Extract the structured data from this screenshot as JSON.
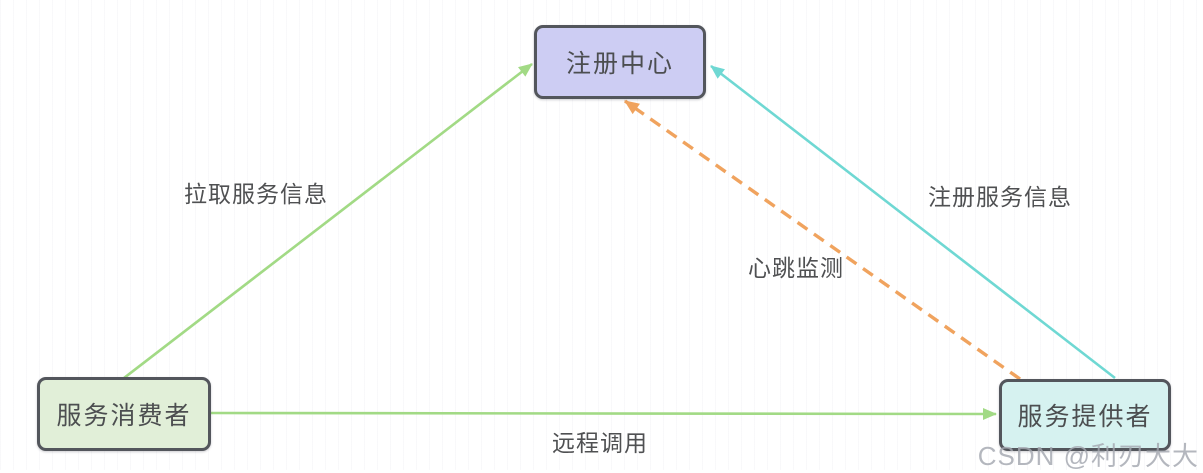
{
  "diagram": {
    "title": "service-registry-architecture",
    "nodes": {
      "registry": {
        "label": "注册中心",
        "fill": "#cdcdf3",
        "border": "#53565c"
      },
      "consumer": {
        "label": "服务消费者",
        "fill": "#e1efd8",
        "border": "#53565c"
      },
      "provider": {
        "label": "服务提供者",
        "fill": "#d6f2f0",
        "border": "#53565c"
      }
    },
    "edges": [
      {
        "id": "pull-service-info",
        "label": "拉取服务信息",
        "from": "consumer",
        "to": "registry",
        "color": "#a2da85",
        "line_style": "solid"
      },
      {
        "id": "register-service-info",
        "label": "注册服务信息",
        "from": "provider",
        "to": "registry",
        "color": "#6fd8d3",
        "line_style": "solid"
      },
      {
        "id": "heartbeat-monitor",
        "label": "心跳监测",
        "from": "provider",
        "to": "registry",
        "color": "#f0a35e",
        "line_style": "dashed"
      },
      {
        "id": "remote-call",
        "label": "远程调用",
        "from": "consumer",
        "to": "provider",
        "color": "#a2da85",
        "line_style": "solid"
      }
    ],
    "watermark": "CSDN @利刃大大",
    "text_color": "#4f5052",
    "background": "#ffffff"
  }
}
